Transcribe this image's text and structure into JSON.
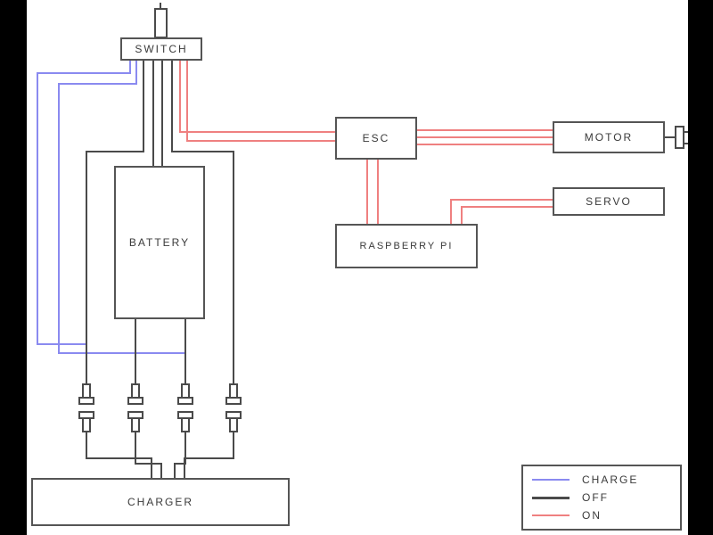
{
  "diagram": {
    "type": "wiring-diagram",
    "components": {
      "switch": {
        "label": "SWITCH"
      },
      "battery": {
        "label": "BATTERY"
      },
      "esc": {
        "label": "ESC"
      },
      "motor": {
        "label": "MOTOR"
      },
      "servo": {
        "label": "SERVO"
      },
      "raspberry_pi": {
        "label": "RASPBERRY PI"
      },
      "charger": {
        "label": "CHARGER"
      }
    },
    "legend": {
      "items": [
        {
          "label": "CHARGE",
          "color": "#8a8af0"
        },
        {
          "label": "OFF",
          "color": "#3a3a3a"
        },
        {
          "label": "ON",
          "color": "#ef8080"
        }
      ]
    },
    "colors": {
      "charge": "#8a8af0",
      "off": "#4a4a4a",
      "on": "#ef8080",
      "outline": "#555555",
      "label": "#3a3a3a",
      "background": "#ffffff",
      "letterbox": "#000000"
    }
  }
}
